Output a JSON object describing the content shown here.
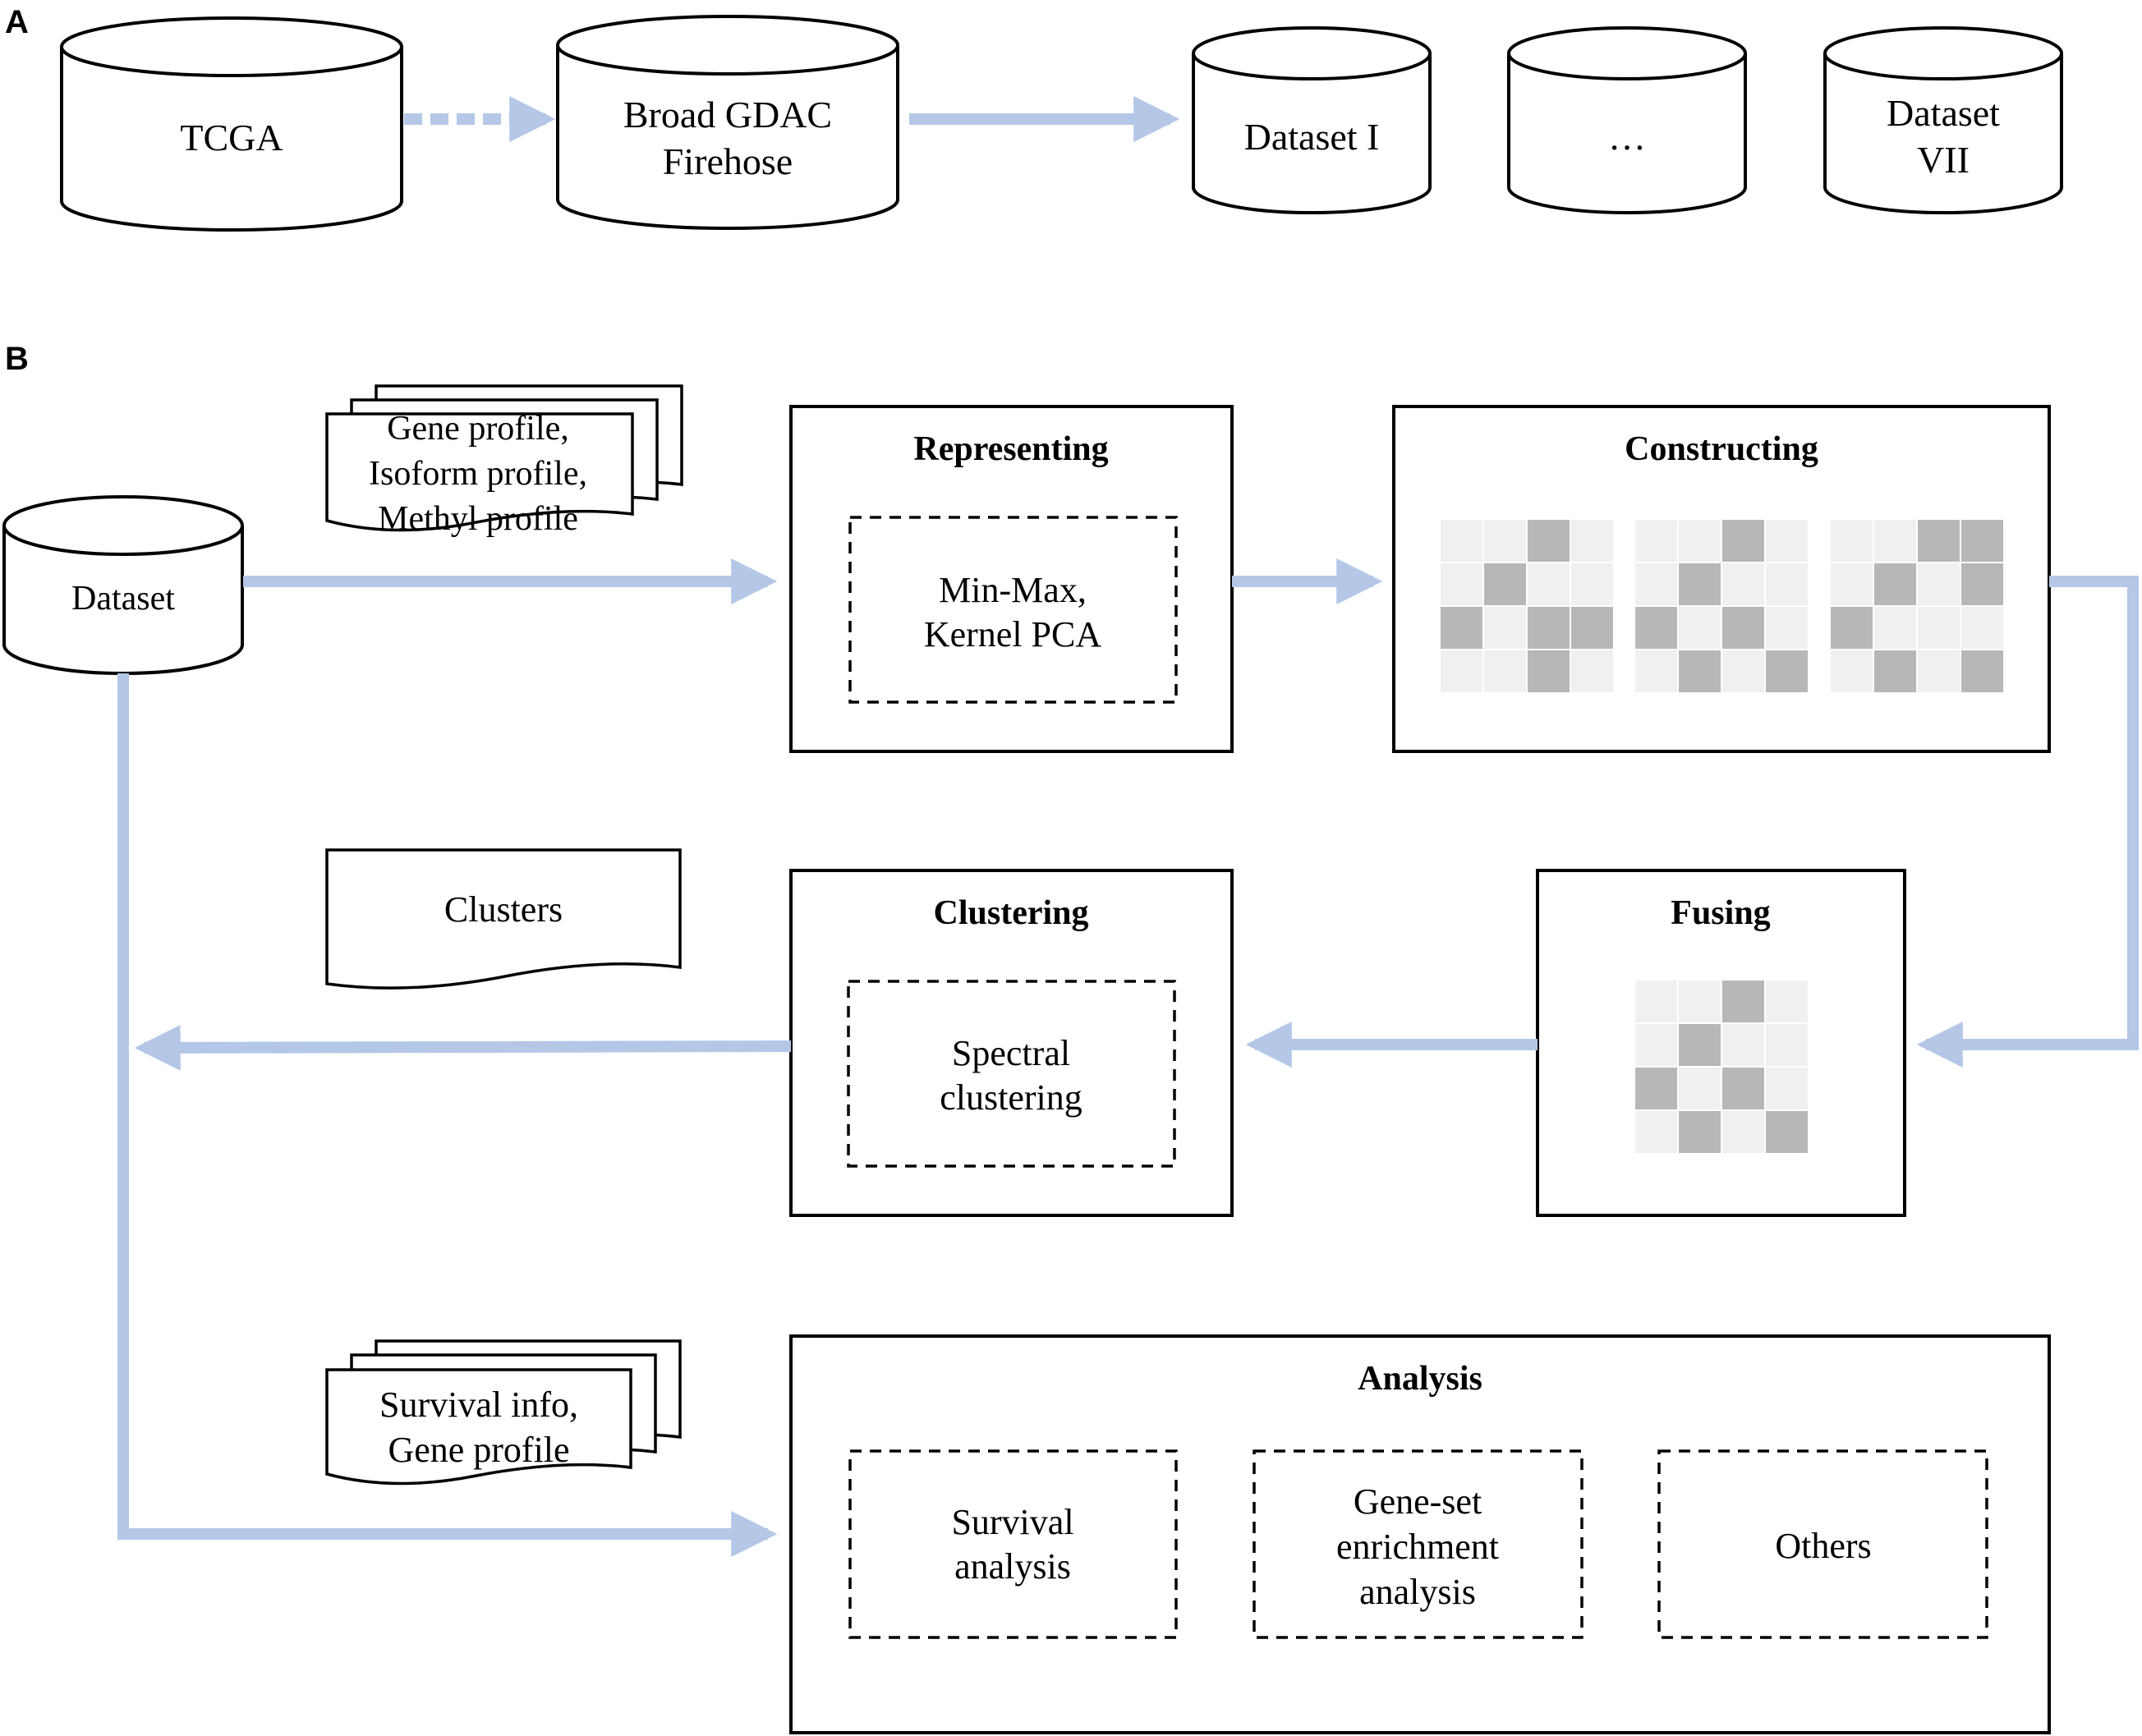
{
  "panel_labels": {
    "a": "A",
    "b": "B"
  },
  "colors": {
    "arrow": "#b4c7e7",
    "stroke": "#000000",
    "cell_light": "#f0f0f0",
    "cell_dark": "#b7b7b7",
    "cell_border": "#ffffff"
  },
  "panel_a": {
    "tcga": "TCGA",
    "broad": [
      "Broad GDAC",
      "Firehose"
    ],
    "dataset_1": "Dataset I",
    "ellipsis": "…",
    "dataset_7": [
      "Dataset",
      "VII"
    ]
  },
  "panel_b": {
    "dataset": "Dataset",
    "profiles_doc": [
      "Gene profile,",
      "Isoform profile,",
      "Methyl profile"
    ],
    "clusters_doc": "Clusters",
    "survival_doc": [
      "Survival info,",
      "Gene profile"
    ],
    "representing": {
      "title": "Representing",
      "method": [
        "Min-Max,",
        "Kernel PCA"
      ]
    },
    "constructing": {
      "title": "Constructing",
      "matrices": [
        [
          [
            0,
            0,
            1,
            0
          ],
          [
            0,
            1,
            0,
            0
          ],
          [
            1,
            0,
            1,
            1
          ],
          [
            0,
            0,
            1,
            0
          ]
        ],
        [
          [
            0,
            0,
            1,
            0
          ],
          [
            0,
            1,
            0,
            0
          ],
          [
            1,
            0,
            1,
            0
          ],
          [
            0,
            1,
            0,
            1
          ]
        ],
        [
          [
            0,
            0,
            1,
            1
          ],
          [
            0,
            1,
            0,
            1
          ],
          [
            1,
            0,
            0,
            0
          ],
          [
            0,
            1,
            0,
            1
          ]
        ]
      ]
    },
    "fusing": {
      "title": "Fusing",
      "matrix": [
        [
          0,
          0,
          1,
          0
        ],
        [
          0,
          1,
          0,
          0
        ],
        [
          1,
          0,
          1,
          0
        ],
        [
          0,
          1,
          0,
          1
        ]
      ]
    },
    "clustering": {
      "title": "Clustering",
      "method": [
        "Spectral",
        "clustering"
      ]
    },
    "analysis": {
      "title": "Analysis",
      "items": [
        [
          "Survival",
          "analysis"
        ],
        [
          "Gene-set",
          "enrichment",
          "analysis"
        ],
        [
          "Others"
        ]
      ]
    }
  }
}
